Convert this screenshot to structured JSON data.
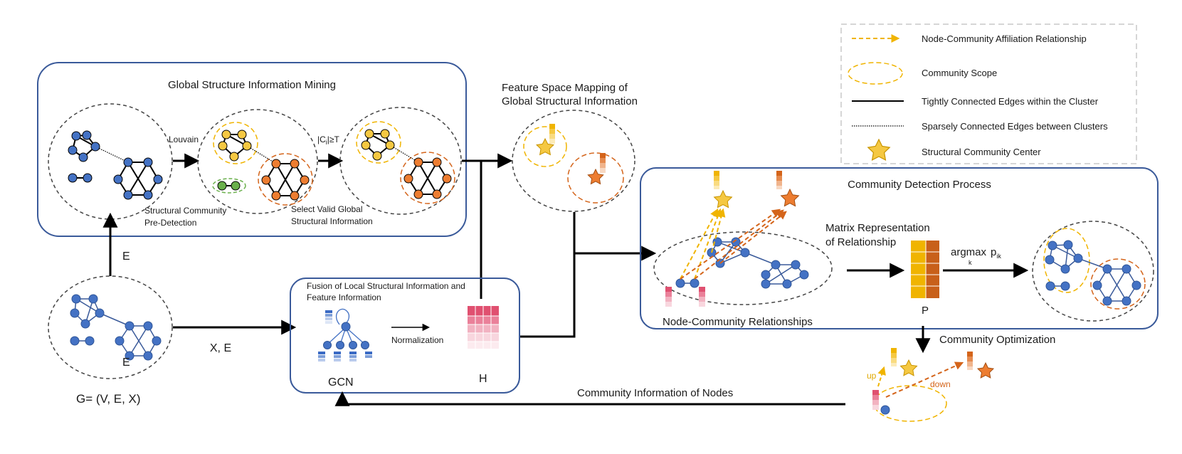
{
  "legend": {
    "affiliation": "Node-Community Affiliation Relationship",
    "scope": "Community Scope",
    "tight_edges": "Tightly Connected Edges within the Cluster",
    "sparse_edges": "Sparsely Connected Edges between Clusters",
    "center": "Structural Community Center"
  },
  "mining": {
    "title": "Global Structure Information Mining",
    "louvain": "Louvain",
    "threshold_c": "|C",
    "threshold_i": "i",
    "threshold_rest": "|≥T",
    "caption_pre_1": "Structural Community",
    "caption_pre_2": "Pre-Detection",
    "caption_valid_1": "Select Valid Global",
    "caption_valid_2": "Structural Information"
  },
  "mapping": {
    "title_1": "Feature Space Mapping of",
    "title_2": "Global Structural Information"
  },
  "input": {
    "edge_label_top": "E",
    "edge_label_graph": "E",
    "xe_label": "X, E",
    "graph_label": "G=  (V, E, X)"
  },
  "fusion": {
    "title_1": "Fusion of Local Structural Information and",
    "title_2": "Feature Information",
    "normalization": "Normalization",
    "gcn": "GCN",
    "h": "H"
  },
  "detection": {
    "title": "Community Detection Process",
    "matrix_1": "Matrix Representation",
    "matrix_2": "of Relationship",
    "argmax": "argmax",
    "argmax_sub": "k",
    "p_main": "p",
    "p_sub": "ik",
    "p_label": "P",
    "node_comm": "Node-Community Relationships"
  },
  "optimization": {
    "title": "Community Optimization",
    "up": "up",
    "down": "down",
    "feedback": "Community Information of Nodes"
  },
  "colors": {
    "box_border": "#3a5a9a",
    "node_blue": "#4472c4",
    "node_yellow": "#f5c842",
    "node_orange": "#ed7d31",
    "node_green": "#6ab04c",
    "yellow": "#f0b400",
    "orange": "#d4641a",
    "red_matrix": "#e05070"
  }
}
